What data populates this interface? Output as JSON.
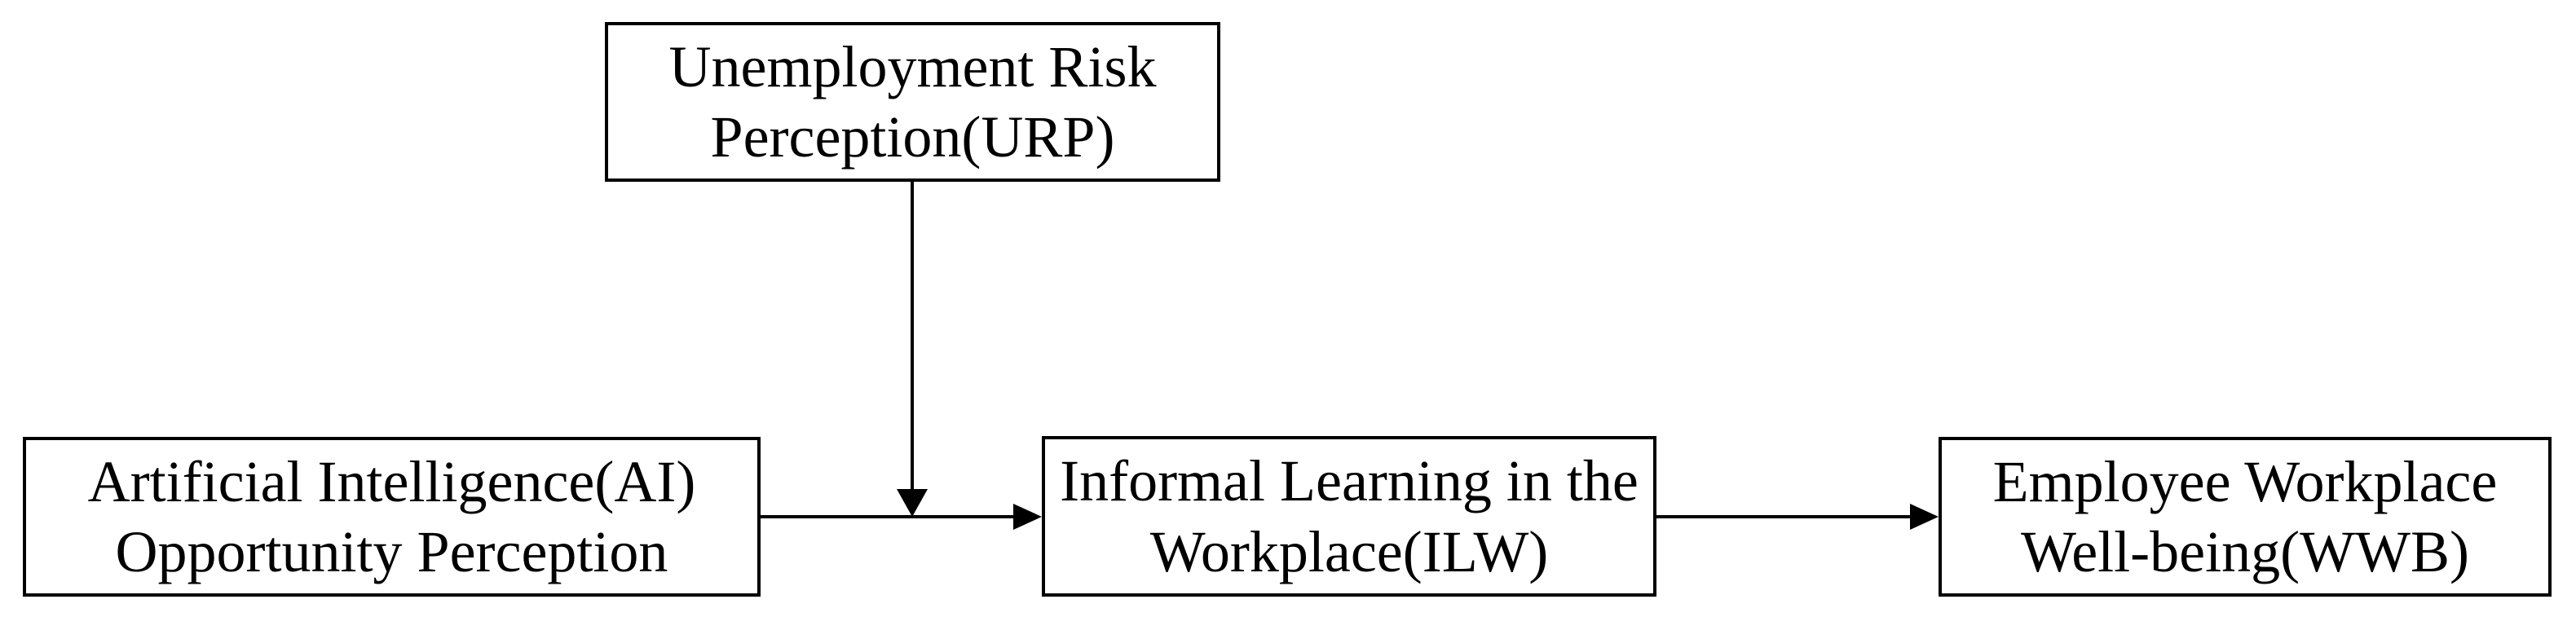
{
  "diagram": {
    "colors": {
      "background": "#ffffff",
      "box_fill": "#ffffff",
      "line": "#000000",
      "text": "#000000"
    },
    "nodes": {
      "urp": {
        "label": "Unemployment Risk Perception(URP)",
        "lines": [
          "Unemployment Risk",
          "Perception(URP)"
        ]
      },
      "ai": {
        "label": "Artificial Intelligence(AI) Opportunity Perception",
        "lines": [
          "Artificial Intelligence(AI)",
          "Opportunity Perception"
        ]
      },
      "ilw": {
        "label": "Informal Learning in the Workplace(ILW)",
        "lines": [
          "Informal Learning in the",
          "Workplace(ILW)"
        ]
      },
      "wwb": {
        "label": "Employee Workplace Well-being(WWB)",
        "lines": [
          "Employee Workplace",
          "Well-being(WWB)"
        ]
      }
    },
    "edges": [
      {
        "from": "Artificial Intelligence(AI) Opportunity Perception",
        "to": "Informal Learning in the Workplace(ILW)",
        "style": "solid-arrow-right"
      },
      {
        "from": "Informal Learning in the Workplace(ILW)",
        "to": "Employee Workplace Well-being(WWB)",
        "style": "solid-arrow-right"
      },
      {
        "from": "Unemployment Risk Perception(URP)",
        "to": "arrow between AI Opportunity Perception and Informal Learning in the Workplace",
        "style": "solid-arrow-down"
      }
    ]
  }
}
